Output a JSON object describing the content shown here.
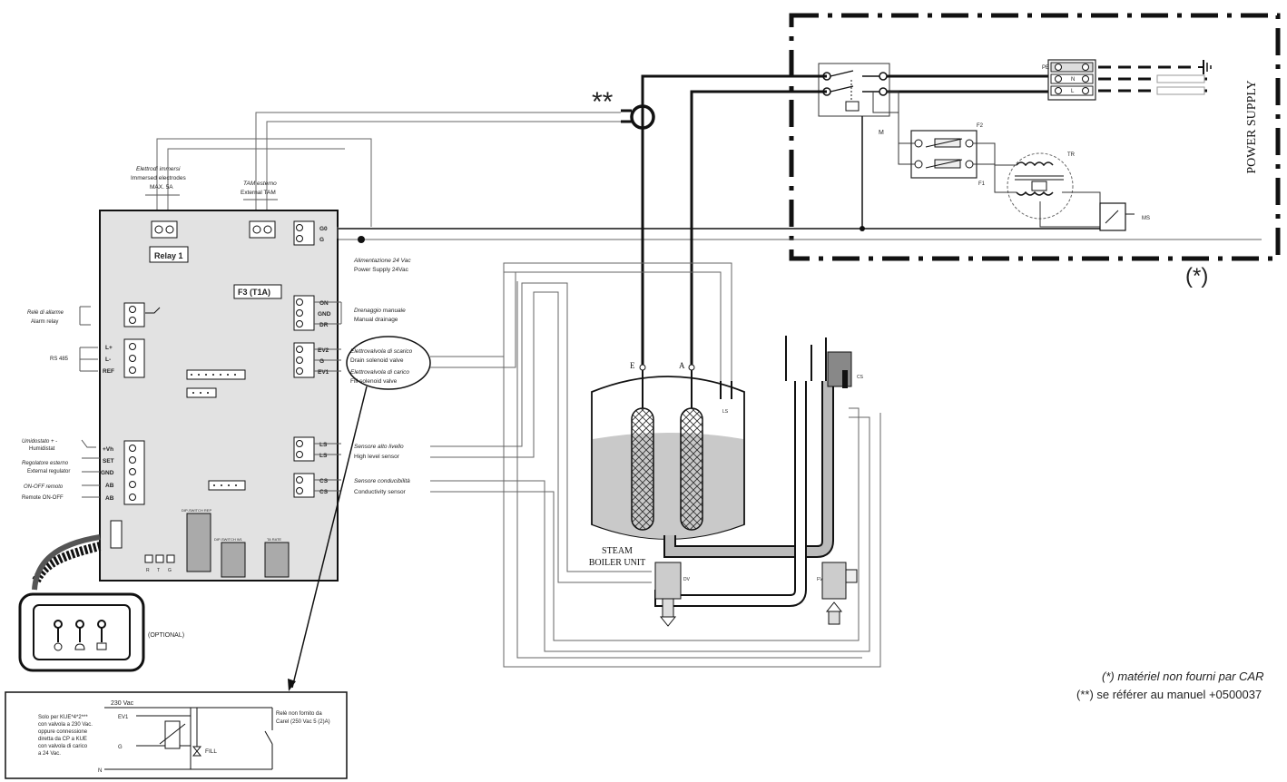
{
  "markers": {
    "double_star": "**",
    "single_star": "(*)"
  },
  "power_supply_label": "POWER SUPPLY",
  "component_tags": {
    "main_switch": "M",
    "f2": "F2",
    "f1": "F1",
    "transformer": "TR",
    "max_switch": "MS",
    "phase_pe": "PE",
    "phase_n": "N",
    "phase_l": "L",
    "level_sensor": "LS",
    "conductivity_sensor": "CS",
    "drain_valve": "DV",
    "fill_valve": "FV",
    "electrode_e": "E",
    "electrode_a": "A"
  },
  "board": {
    "relay_label": "Relay 1",
    "fuse_label": "F3 (T1A)",
    "electrodes_it": "Elettrodi immersi",
    "electrodes_en": "Immersed electrodes",
    "electrodes_max": "MAX. 5A",
    "tam_it": "TAM esterno",
    "tam_en": "External TAM",
    "power_it": "Alimentazione 24 Vac",
    "power_en": "Power Supply 24Vac",
    "right_terminals": {
      "g0": "G0",
      "g": "G",
      "on": "ON",
      "gnd": "GND",
      "dr": "DR",
      "ev2": "EV2",
      "g2": "G",
      "ev1": "EV1",
      "ls1": "LS",
      "ls2": "LS",
      "cs1": "CS",
      "cs2": "CS"
    },
    "drain_it": "Drenaggio manuale",
    "drain_en": "Manual drainage",
    "ev2_it": "Elettrovalvola di scarico",
    "ev2_en": "Drain solenoid valve",
    "ev1_it": "Elettrovalvola di carico",
    "ev1_en": "Fill solenoid valve",
    "ls_it": "Sensore alto livello",
    "ls_en": "High level sensor",
    "cs_it": "Sensore conducibilità",
    "cs_en": "Conductivity sensor",
    "alarm_it": "Relè di allarme",
    "alarm_en": "Alarm relay",
    "rs485": "RS 485",
    "left_terminals": {
      "lp": "L+",
      "lm": "L-",
      "ref": "REF",
      "vh": "+Vh",
      "set": "SET",
      "gnd": "GND",
      "ab1": "AB",
      "ab2": "AB"
    },
    "humid_it": "Umidostato + -",
    "humid_en": "Humidistat",
    "reg_it": "Regolatore esterno",
    "reg_en": "External regulator",
    "onoff_it": "ON-OFF remoto",
    "onoff_en": "Remote ON-OFF",
    "dip1": "DIP-SWITCH REP",
    "dip2": "DIP-SWITCH W1",
    "baud": "TA RATE",
    "rtg": [
      "R",
      "T",
      "G"
    ]
  },
  "steam_unit": {
    "line1": "STEAM",
    "line2": "BOILER UNIT"
  },
  "optional_label": "(OPTIONAL)",
  "inset": {
    "voltage": "230 Vac",
    "ev1": "EV1",
    "g": "G",
    "n": "N",
    "fill": "FILL",
    "note_left": [
      "Solo per KUE*4*2***",
      "con valvola a 230 Vac.",
      "oppure connessione",
      "diretta da CP a KUE",
      "con valvola di carico",
      "a 24 Vac."
    ],
    "note_right": [
      "Relè non fornito da",
      "Carel (250 Vac 5 (2)A)"
    ]
  },
  "footnotes": {
    "line1": "(*) matériel non fourni par CAR",
    "line2": "(**) se référer au manuel +0500037"
  }
}
